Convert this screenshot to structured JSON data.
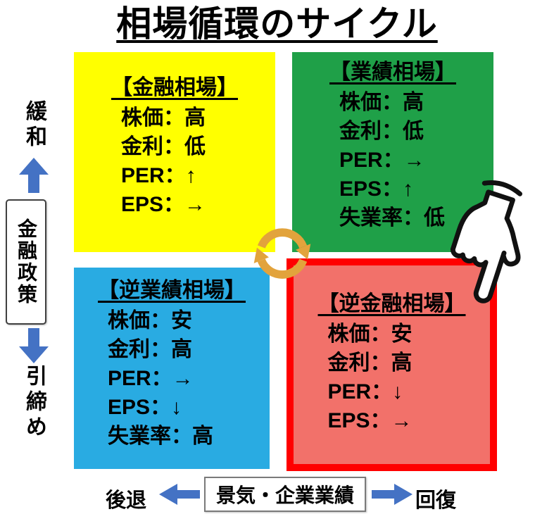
{
  "title": "相場循環のサイクル",
  "quadrants": {
    "financial": {
      "header": "【金融相場】",
      "lines": [
        "株価：高",
        "金利：低",
        "PER：↑",
        "EPS：→"
      ]
    },
    "earnings": {
      "header": "【業績相場】",
      "lines": [
        "株価：高",
        "金利：低",
        "PER：→",
        "EPS：↑",
        "失業率：低"
      ]
    },
    "reverse_earnings": {
      "header": "【逆業績相場】",
      "lines": [
        "株価：安",
        "金利：高",
        "PER：→",
        "EPS：↓",
        "失業率：高"
      ]
    },
    "reverse_financial": {
      "header": "【逆金融相場】",
      "lines": [
        "株価：安",
        "金利：高",
        "PER：↓",
        "EPS：→"
      ]
    }
  },
  "left_axis": {
    "top_label": "緩和",
    "box_label": "金融政策",
    "bottom_label": "引締め"
  },
  "bottom_axis": {
    "left_label": "後退",
    "box_label": "景気・企業業績",
    "right_label": "回復"
  },
  "colors": {
    "financial_bg": "#ffff00",
    "earnings_bg": "#1fa048",
    "reverse_earnings_bg": "#29abe2",
    "reverse_financial_bg": "#f2716a",
    "reverse_financial_border": "#ff0000",
    "axis_arrow": "#4472c4",
    "cycle_arrow": "#e2a33c"
  }
}
